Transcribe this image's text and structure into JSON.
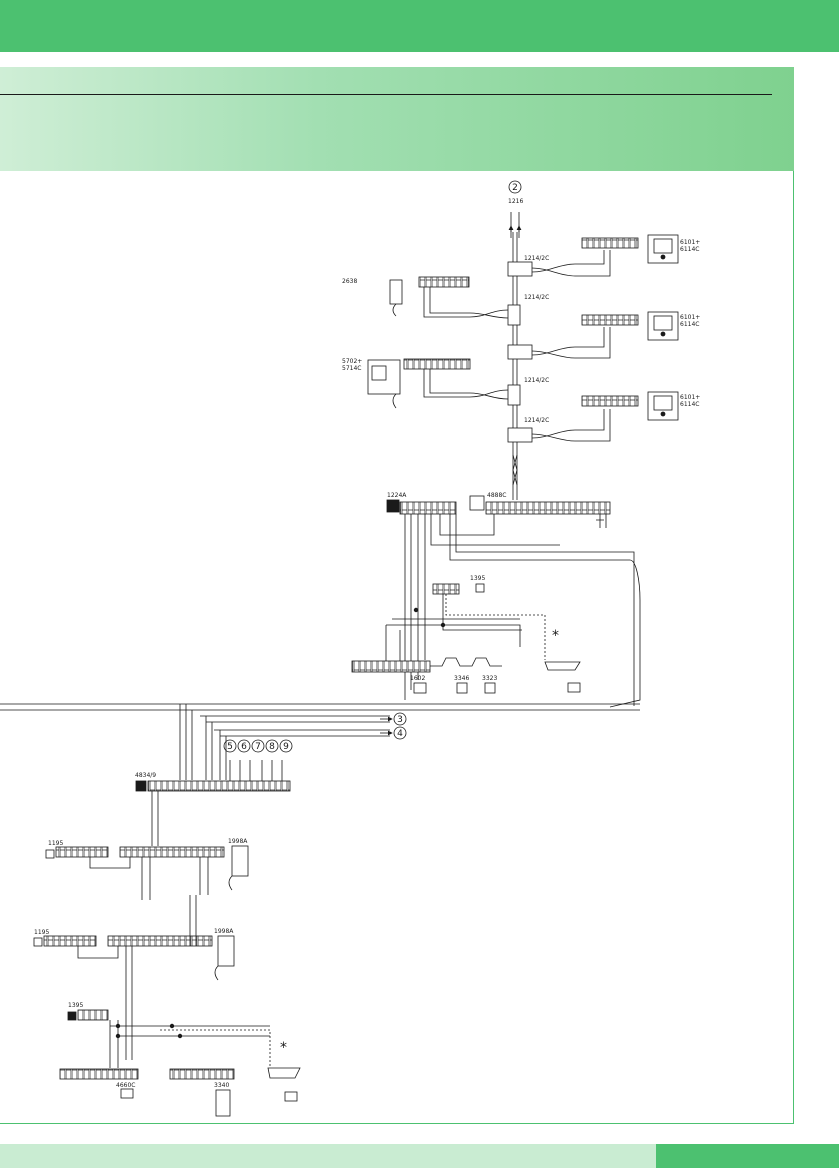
{
  "colors": {
    "band": "#4cc170",
    "panel_light": "#cfeed6",
    "panel_mid": "#a2dfb2",
    "panel_dark": "#7fd18f",
    "footer_light": "#c9ecd2",
    "line": "#1a1a1a"
  },
  "circled": {
    "c2": "2",
    "c3": "3",
    "c4": "4",
    "c5": "5",
    "c6": "6",
    "c7": "7",
    "c8": "8",
    "c9": "9"
  },
  "labels": {
    "l1216": "1216",
    "l1214_1": "1214/2C",
    "l1214_2": "1214/2C",
    "l1214_3": "1214/2C",
    "l1214_4": "1214/2C",
    "l2638": "2638",
    "l5702a": "5702+",
    "l5702b": "5714C",
    "l6101a_1": "6101+",
    "l6101b_1": "6114C",
    "l6101a_2": "6101+",
    "l6101b_2": "6114C",
    "l6101a_3": "6101+",
    "l6101b_3": "6114C",
    "l1224a": "1224A",
    "l4888c": "4888C",
    "l1395_top": "1395",
    "l1602": "1602",
    "l3346": "3346",
    "l3323": "3323",
    "l4834": "4834/9",
    "l1195_1": "1195",
    "l1195_2": "1195",
    "l1998a_1": "1998A",
    "l1998a_2": "1998A",
    "l1395_bottom": "1395",
    "l4660c": "4660C",
    "l3340": "3340",
    "star_top": "*",
    "star_bottom": "*"
  }
}
